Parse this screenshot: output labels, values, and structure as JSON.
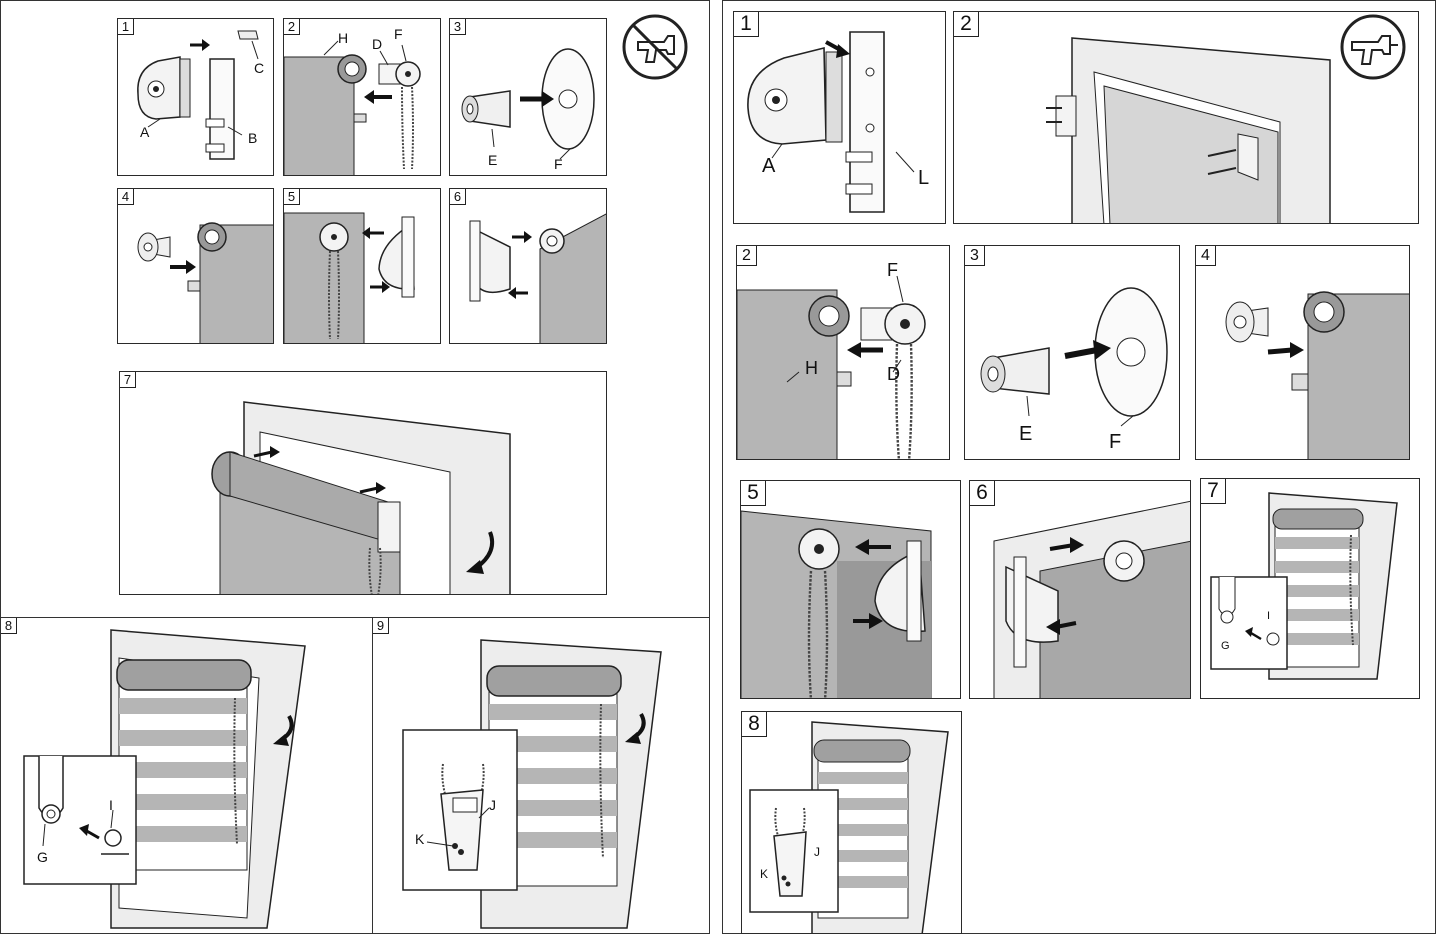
{
  "sections": {
    "left_top": {
      "steps": [
        {
          "num": "1",
          "labels": {
            "a": "A",
            "b": "B",
            "c": "C"
          }
        },
        {
          "num": "2",
          "labels": {
            "h": "H",
            "d": "D",
            "f": "F"
          }
        },
        {
          "num": "3",
          "labels": {
            "e": "E",
            "f": "F"
          }
        },
        {
          "num": "4"
        },
        {
          "num": "5"
        },
        {
          "num": "6"
        },
        {
          "num": "7"
        }
      ],
      "icon": "no-drill-icon"
    },
    "left_bottom": [
      {
        "num": "8",
        "labels": {
          "g": "G",
          "i": "I"
        }
      },
      {
        "num": "9",
        "labels": {
          "k": "K",
          "j": "J"
        }
      }
    ],
    "right": {
      "steps": [
        {
          "num": "1",
          "labels": {
            "a": "A",
            "l": "L"
          }
        },
        {
          "num": "2"
        },
        {
          "num": "2",
          "labels": {
            "f": "F",
            "h": "H",
            "d": "D"
          }
        },
        {
          "num": "3",
          "labels": {
            "e": "E",
            "f": "F"
          }
        },
        {
          "num": "4"
        },
        {
          "num": "5"
        },
        {
          "num": "6"
        },
        {
          "num": "7",
          "labels": {
            "g": "G",
            "i": "I"
          }
        },
        {
          "num": "8",
          "labels": {
            "k": "K",
            "j": "J"
          }
        }
      ],
      "icon": "drill-icon"
    }
  },
  "colors": {
    "line": "#222222",
    "fabric": "#b5b5b5",
    "fabric_dark": "#9a9a9a",
    "frame": "#ededed"
  }
}
